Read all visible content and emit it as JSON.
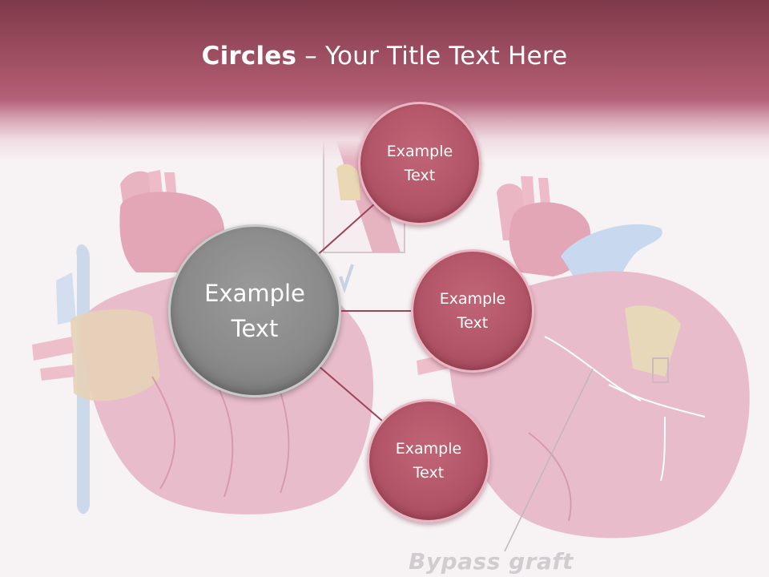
{
  "slide": {
    "title_bold": "Circles",
    "title_rest": " – Your Title Text Here",
    "center_circle": {
      "text": "Example Text"
    },
    "outer_circles": [
      {
        "text": "Example Text"
      },
      {
        "text": "Example Text"
      },
      {
        "text": "Example Text"
      }
    ],
    "illustration_caption": "Bypass graft"
  },
  "colors": {
    "header": "#a9566a",
    "circle_red": "#b35568",
    "circle_gray": "#8a8a8a",
    "connector": "#9c4457"
  }
}
